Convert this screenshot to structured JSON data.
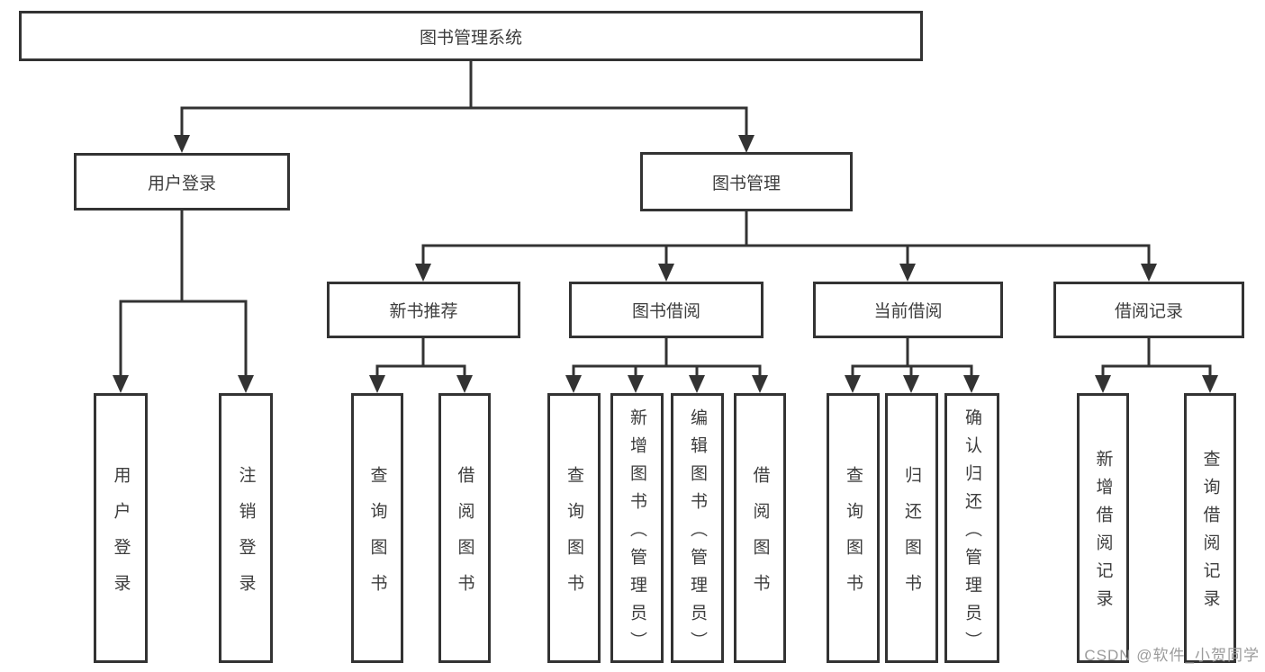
{
  "diagram": {
    "type": "hierarchy",
    "tree": {
      "label": "图书管理系统",
      "children": [
        {
          "label": "用户登录",
          "children": [
            {
              "label": "用户登录"
            },
            {
              "label": "注销登录"
            }
          ]
        },
        {
          "label": "图书管理",
          "children": [
            {
              "label": "新书推荐",
              "children": [
                {
                  "label": "查询图书"
                },
                {
                  "label": "借阅图书"
                }
              ]
            },
            {
              "label": "图书借阅",
              "children": [
                {
                  "label": "查询图书"
                },
                {
                  "label": "新增图书（管理员）"
                },
                {
                  "label": "编辑图书（管理员）"
                },
                {
                  "label": "借阅图书"
                }
              ]
            },
            {
              "label": "当前借阅",
              "children": [
                {
                  "label": "查询图书"
                },
                {
                  "label": "归还图书"
                },
                {
                  "label": "确认归还（管理员）"
                }
              ]
            },
            {
              "label": "借阅记录",
              "children": [
                {
                  "label": "新增借阅记录"
                },
                {
                  "label": "查询借阅记录"
                }
              ]
            }
          ]
        }
      ]
    },
    "watermark": "CSDN @软件_小贺同学",
    "colors": {
      "line": "#333333",
      "text": "#3d3d3d",
      "box_background": "#ffffff",
      "watermark": "#9b9b9b"
    }
  }
}
